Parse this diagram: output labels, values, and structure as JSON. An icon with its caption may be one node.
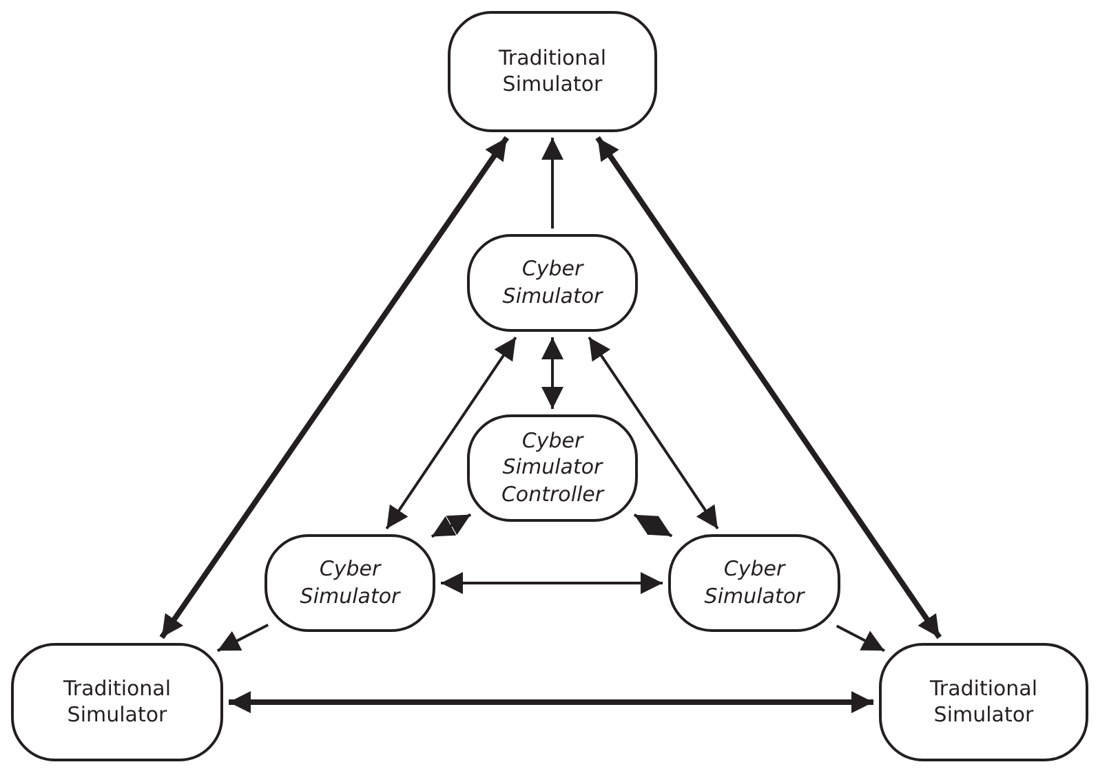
{
  "diagram": {
    "nodes": [
      {
        "text": [
          "Traditional Simulator"
        ]
      },
      {
        "text": [
          "Cyber Simulator"
        ]
      },
      {
        "text": [
          "Cyber Simulator Controller"
        ]
      },
      {
        "text": [
          "Cyber Simulator"
        ]
      },
      {
        "text": [
          "Cyber Simulator"
        ]
      },
      {
        "text": [
          "Traditional Simulator"
        ]
      },
      {
        "text": [
          "Traditional Simulator"
        ]
      }
    ],
    "edges": [
      {
        "from": 1,
        "to": 0,
        "arrow": "to"
      },
      {
        "from": 0,
        "to": 5,
        "arrow": "both",
        "style": "thick"
      },
      {
        "from": 0,
        "to": 6,
        "arrow": "both",
        "style": "thick"
      },
      {
        "from": 5,
        "to": 6,
        "arrow": "both",
        "style": "thick"
      },
      {
        "from": 1,
        "to": 2,
        "arrow": "both"
      },
      {
        "from": 1,
        "to": 3,
        "arrow": "both"
      },
      {
        "from": 1,
        "to": 4,
        "arrow": "both"
      },
      {
        "from": 2,
        "to": 3,
        "arrow": "both"
      },
      {
        "from": 2,
        "to": 4,
        "arrow": "both"
      },
      {
        "from": 3,
        "to": 4,
        "arrow": "both"
      },
      {
        "from": 3,
        "to": 5,
        "arrow": "to"
      },
      {
        "from": 4,
        "to": 6,
        "arrow": "to"
      }
    ]
  }
}
